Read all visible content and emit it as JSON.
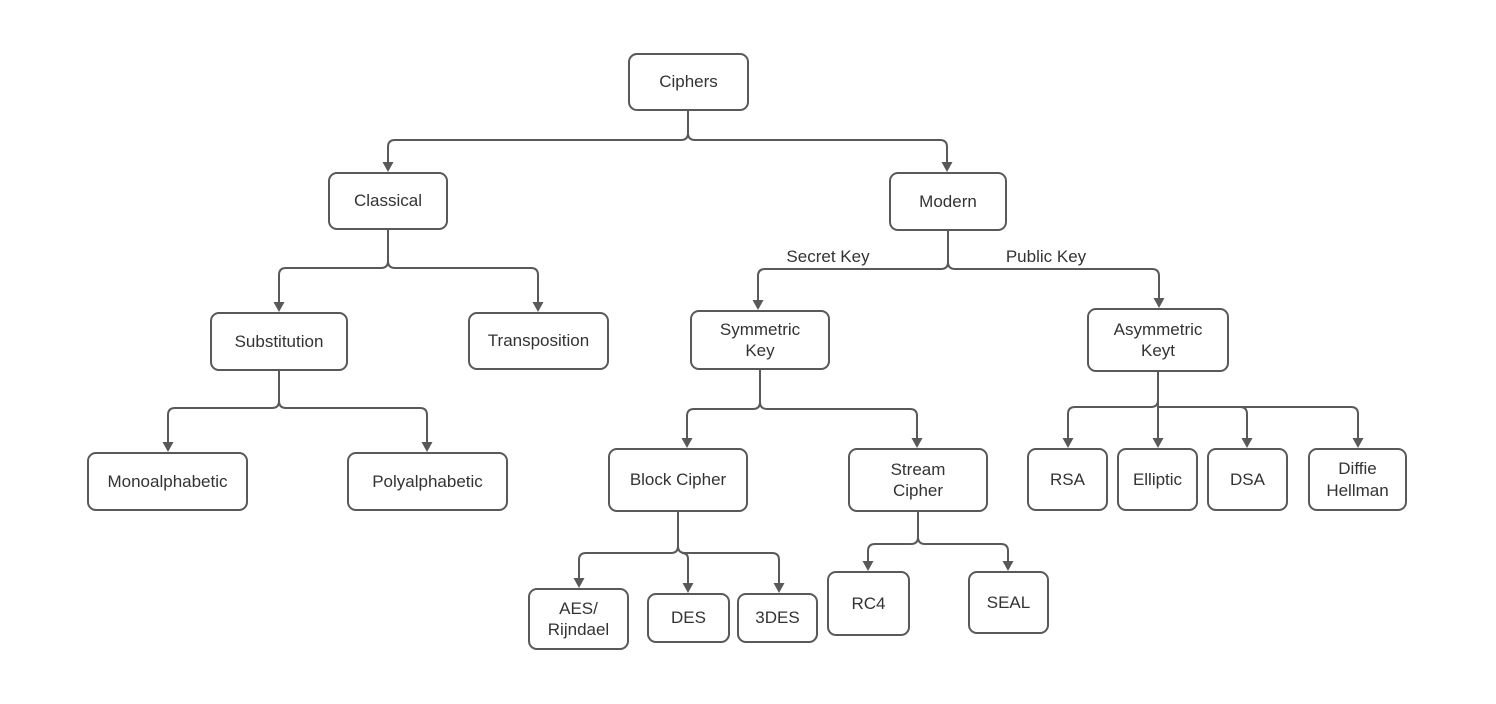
{
  "colors": {
    "background": "#ffffff",
    "box_fill": "#ffffff",
    "box_border": "#595959",
    "connector": "#595959",
    "text": "#333333"
  },
  "nodes": {
    "ciphers": {
      "label": "Ciphers"
    },
    "classical": {
      "label": "Classical"
    },
    "modern": {
      "label": "Modern"
    },
    "substitution": {
      "label": "Substitution"
    },
    "transposition": {
      "label": "Transposition"
    },
    "symmetric_key": {
      "label": "Symmetric\nKey"
    },
    "asymmetric_keyt": {
      "label": "Asymmetric\nKeyt"
    },
    "monoalphabetic": {
      "label": "Monoalphabetic"
    },
    "polyalphabetic": {
      "label": "Polyalphabetic"
    },
    "block_cipher": {
      "label": "Block Cipher"
    },
    "stream_cipher": {
      "label": "Stream\nCipher"
    },
    "rsa": {
      "label": "RSA"
    },
    "elliptic": {
      "label": "Elliptic"
    },
    "dsa": {
      "label": "DSA"
    },
    "diffie_hellman": {
      "label": "Diffie\nHellman"
    },
    "aes_rijndael": {
      "label": "AES/\nRijndael"
    },
    "des": {
      "label": "DES"
    },
    "3des": {
      "label": "3DES"
    },
    "rc4": {
      "label": "RC4"
    },
    "seal": {
      "label": "SEAL"
    }
  },
  "edge_labels": {
    "secret_key": "Secret Key",
    "public_key": "Public Key"
  },
  "edges": [
    {
      "from": "ciphers",
      "to": "classical"
    },
    {
      "from": "ciphers",
      "to": "modern"
    },
    {
      "from": "classical",
      "to": "substitution"
    },
    {
      "from": "classical",
      "to": "transposition"
    },
    {
      "from": "substitution",
      "to": "monoalphabetic"
    },
    {
      "from": "substitution",
      "to": "polyalphabetic"
    },
    {
      "from": "modern",
      "to": "symmetric_key",
      "label": "Secret Key"
    },
    {
      "from": "modern",
      "to": "asymmetric_keyt",
      "label": "Public Key"
    },
    {
      "from": "symmetric_key",
      "to": "block_cipher"
    },
    {
      "from": "symmetric_key",
      "to": "stream_cipher"
    },
    {
      "from": "block_cipher",
      "to": "aes_rijndael"
    },
    {
      "from": "block_cipher",
      "to": "des"
    },
    {
      "from": "block_cipher",
      "to": "3des"
    },
    {
      "from": "stream_cipher",
      "to": "rc4"
    },
    {
      "from": "stream_cipher",
      "to": "seal"
    },
    {
      "from": "asymmetric_keyt",
      "to": "rsa"
    },
    {
      "from": "asymmetric_keyt",
      "to": "elliptic"
    },
    {
      "from": "asymmetric_keyt",
      "to": "dsa"
    },
    {
      "from": "asymmetric_keyt",
      "to": "diffie_hellman"
    }
  ]
}
